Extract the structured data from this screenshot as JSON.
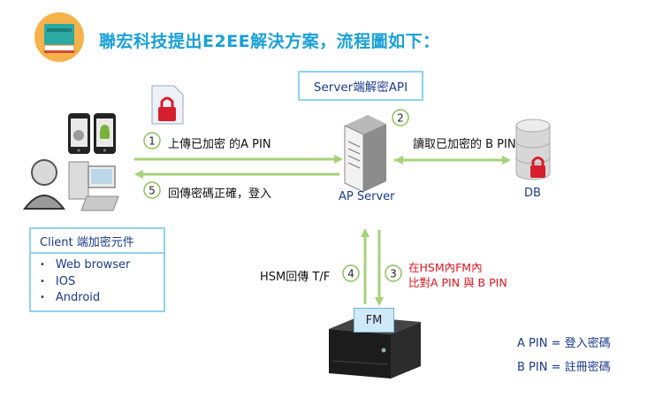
{
  "title": "聯宏科技提出E2EE解決方案，流程圖如下：",
  "server_api_label": "Server端解密API",
  "steps": [
    {
      "num": "1",
      "text": "上傳已加密 的A PIN"
    },
    {
      "num": "2",
      "text": "讀取已加密的 B PIN"
    },
    {
      "num": "3",
      "text_line1": "在HSM內FM內",
      "text_line2": "比對A PIN 與 B PIN"
    },
    {
      "num": "4",
      "text": "HSM回傳 T/F"
    },
    {
      "num": "5",
      "text": "回傳密碼正確，登入"
    }
  ],
  "ap_server_label": "AP Server",
  "db_label": "DB",
  "fm_label": "FM",
  "client": {
    "header": "Client 端加密元件",
    "items": [
      "Web browser",
      "IOS",
      "Android"
    ]
  },
  "legend": {
    "a_pin": "A PIN = 登入密碼",
    "b_pin": "B PIN = 註冊密碼"
  },
  "colors": {
    "accent_blue": "#1aa0d8",
    "box_border": "#8fd3e8",
    "arrow_green": "#a6d27a",
    "text_blue": "#1a3a8a",
    "text_red": "#e0141e"
  }
}
